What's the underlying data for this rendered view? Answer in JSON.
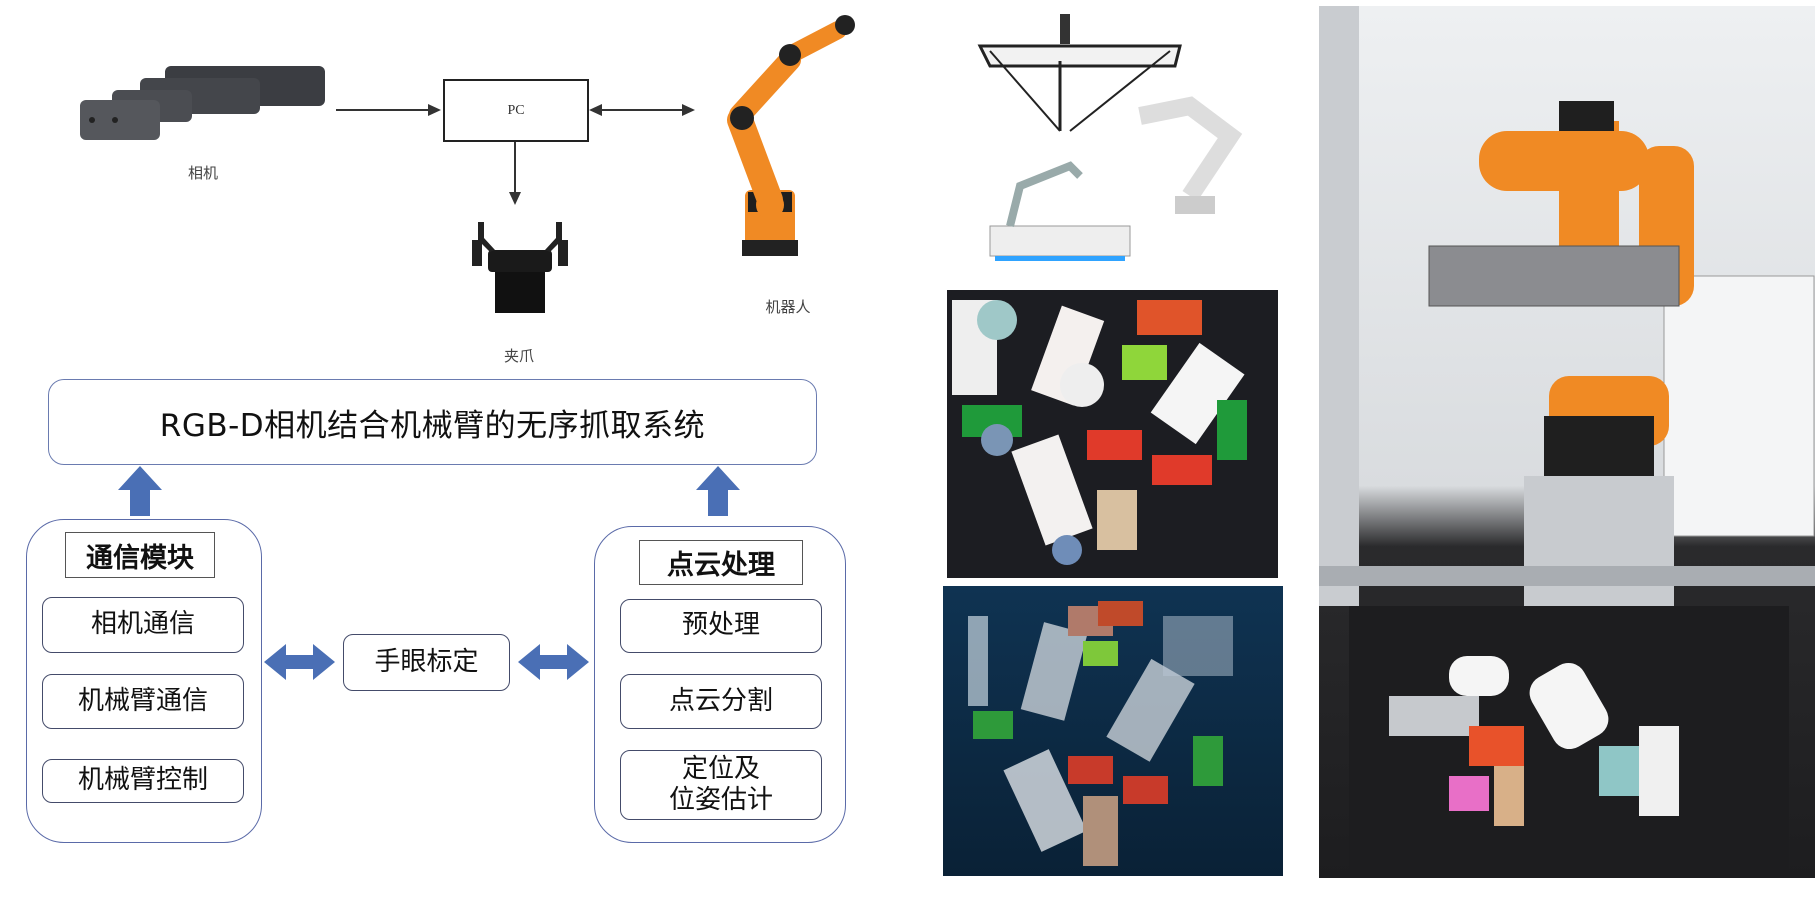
{
  "hardware": {
    "camera_label": "相机",
    "pc_label": "PC",
    "gripper_label": "夹爪",
    "robot_label": "机器人"
  },
  "system_title": "RGB-D相机结合机械臂的无序抓取系统",
  "comm_module": {
    "title": "通信模块",
    "items": [
      "相机通信",
      "机械臂通信",
      "机械臂控制"
    ]
  },
  "calibration": "手眼标定",
  "pointcloud_module": {
    "title": "点云处理",
    "items": [
      "预处理",
      "点云分割",
      "定位及\n位姿估计"
    ],
    "item3_line1": "定位及",
    "item3_line2": "位姿估计"
  },
  "colors": {
    "arrow_blue": "#4a6fb5",
    "robot_orange": "#f08a24",
    "pointcloud_bg": "#0f3352"
  }
}
